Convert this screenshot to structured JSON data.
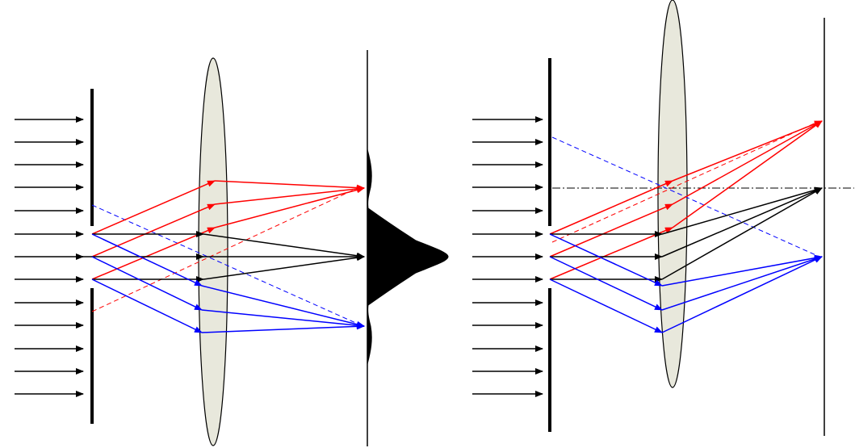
{
  "colors": {
    "incident": "#000000",
    "upper_rays": "#ff0000",
    "axis_rays": "#000000",
    "lower_rays": "#0000ff",
    "lens_fill": "#e8e8dc",
    "lens_stroke": "#000000",
    "diffraction_fill": "#000000"
  },
  "panels": [
    {
      "id": "single-slit-focusing",
      "elements": [
        "incident-plane-wave",
        "slit-aperture",
        "converging-lens",
        "focal-screen",
        "diffraction-intensity-profile"
      ]
    },
    {
      "id": "tilted-lens-focusing",
      "elements": [
        "incident-plane-wave",
        "slit-aperture",
        "converging-lens",
        "optical-axis",
        "focal-screen"
      ]
    }
  ]
}
